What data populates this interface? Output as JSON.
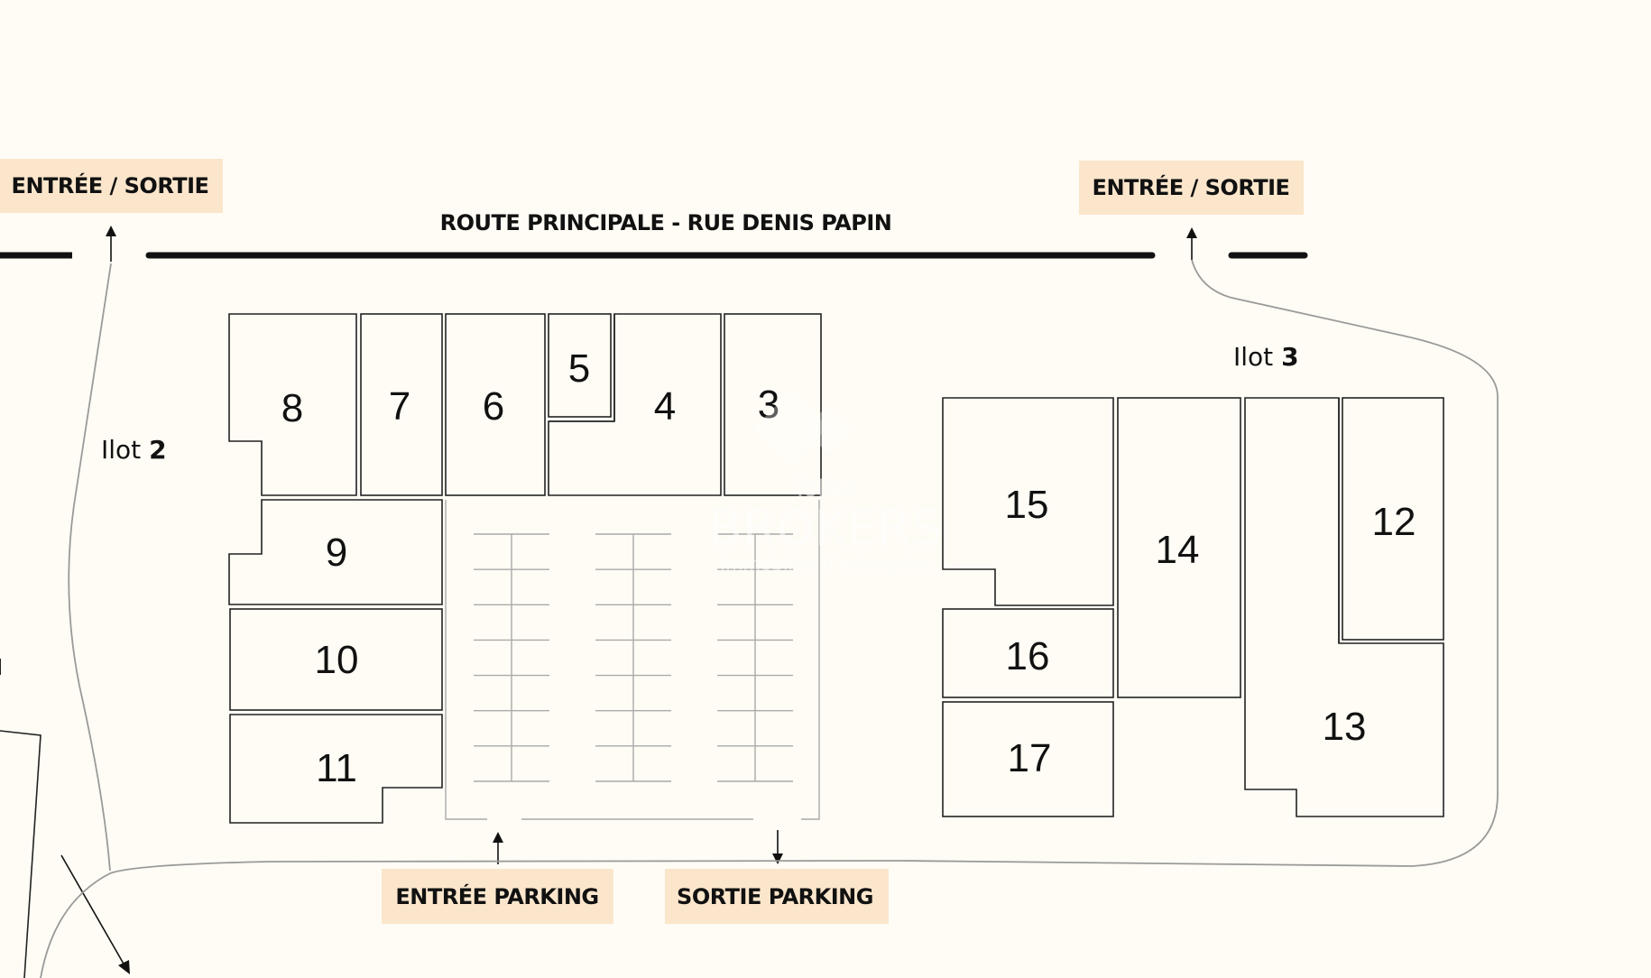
{
  "road": {
    "label": "ROUTE PRINCIPALE - RUE DENIS PAPIN"
  },
  "access": {
    "entry_exit_left": "ENTRÉE / SORTIE",
    "entry_exit_right": "ENTRÉE / SORTIE",
    "parking_entry": "ENTRÉE PARKING",
    "parking_exit": "SORTIE PARKING"
  },
  "ilots": [
    {
      "prefix": "Ilot",
      "number": "2"
    },
    {
      "prefix": "Ilot",
      "number": "3"
    }
  ],
  "lots": [
    {
      "number": "3"
    },
    {
      "number": "4"
    },
    {
      "number": "5"
    },
    {
      "number": "6"
    },
    {
      "number": "7"
    },
    {
      "number": "8"
    },
    {
      "number": "9"
    },
    {
      "number": "10"
    },
    {
      "number": "11"
    },
    {
      "number": "12"
    },
    {
      "number": "13"
    },
    {
      "number": "14"
    },
    {
      "number": "15"
    },
    {
      "number": "16"
    },
    {
      "number": "17"
    }
  ],
  "watermark": {
    "line1": "Tollec",
    "line2": "BROKERS",
    "line3": "Immobilier d'entreprise"
  },
  "colors": {
    "background": "#fefcf4",
    "label_box": "#fbe6cc",
    "lot_stroke": "#222222",
    "path_stroke": "#9a9a9a"
  }
}
